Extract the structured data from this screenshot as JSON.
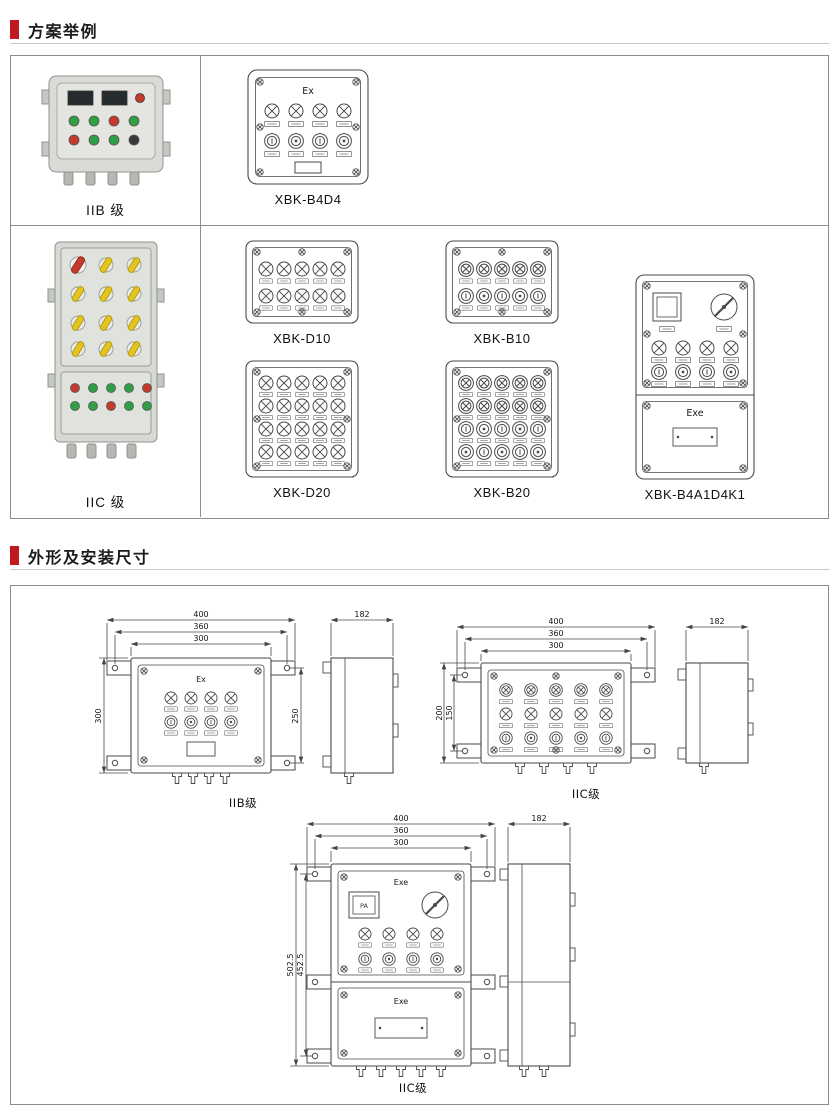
{
  "headers": {
    "examples": "方案举例",
    "dimensions": "外形及安装尺寸"
  },
  "examples": {
    "iib_photo_label": "IIB 级",
    "iic_photo_label": "IIC 级",
    "b4d4": {
      "label": "XBK-B4D4",
      "panel_text": "Ex"
    },
    "d10": {
      "label": "XBK-D10"
    },
    "b10": {
      "label": "XBK-B10"
    },
    "d20": {
      "label": "XBK-D20"
    },
    "b20": {
      "label": "XBK-B20"
    },
    "b4a1d4k1": {
      "label": "XBK-B4A1D4K1",
      "panel_text": "Exe"
    }
  },
  "dims": {
    "iib": {
      "label": "IIB级",
      "panel_text": "Ex",
      "w_overall": "400",
      "w_holes": "360",
      "w_body": "300",
      "h_body": "300",
      "h_holes": "250",
      "depth": "182"
    },
    "iic_small": {
      "label": "IIC级",
      "w_overall": "400",
      "w_holes": "360",
      "w_body": "300",
      "h_body": "200",
      "h_holes": "150",
      "depth": "182"
    },
    "iic_tall": {
      "label": "IIC级",
      "panel_text_top": "Exe",
      "panel_text_bottom": "Exe",
      "meter_text": "PA",
      "w_overall": "400",
      "w_holes": "360",
      "w_body": "300",
      "h_body": "502.5",
      "h_holes": "452.5",
      "depth": "182"
    }
  },
  "colors": {
    "accent": "#c01920",
    "line": "#4a4a4a",
    "green_button": "#2f9e44",
    "red_button": "#c43a2e",
    "yellow_handle": "#e3c51c"
  }
}
